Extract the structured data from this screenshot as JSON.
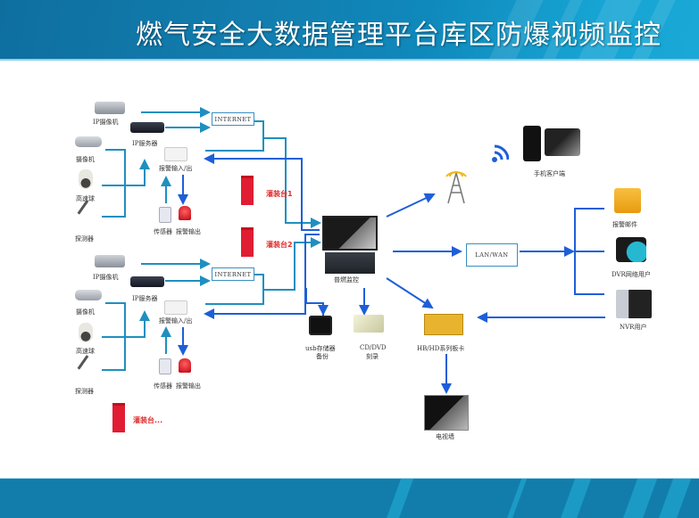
{
  "header": {
    "title": "燃气安全大数据管理平台库区防爆视频监控"
  },
  "diagram": {
    "group1": {
      "ip_camera": "IP摄像机",
      "ip_server": "IP服务器",
      "camera": "摄像机",
      "speed_dome": "高速球",
      "detector": "探测器",
      "internet": "INTERNET",
      "alarm_io": "报警输入/出",
      "sensor": "传感器",
      "alarm_output": "报警输出"
    },
    "group2": {
      "ip_camera": "IP摄像机",
      "ip_server": "IP服务器",
      "camera": "摄像机",
      "speed_dome": "高速球",
      "detector": "探测器",
      "internet": "INTERNET",
      "alarm_io": "报警输入/出",
      "sensor": "传感器",
      "alarm_output": "报警输出"
    },
    "filling_stations": [
      "灌装台1",
      "灌装台2",
      "灌装台..."
    ],
    "center": {
      "monitor": "普燃监控"
    },
    "outputs": {
      "usb_storage": [
        "usb存储器",
        "备份"
      ],
      "cd_dvd": [
        "CD/DVD",
        "刻录"
      ],
      "capture_card": "HB/HD系列板卡",
      "tv_wall": "电视墙",
      "mobile_client": "手机客户端",
      "lan_wan": "LAN/WAN",
      "alarm_mail": "报警邮件",
      "dvr_user": "DVR网络用户",
      "nvr_user": "NVR用户"
    }
  },
  "colors": {
    "header_blue": "#127fb0",
    "wire_teal": "#1f8fc0",
    "wire_blue": "#1e5fd8",
    "station_red": "#e03030"
  }
}
